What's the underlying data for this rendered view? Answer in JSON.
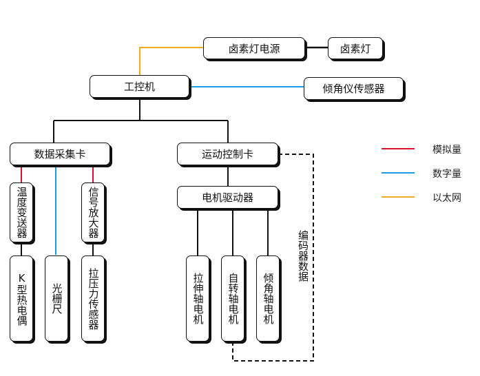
{
  "nodes": {
    "halogen_power": "卤素灯电源",
    "halogen_lamp": "卤素灯",
    "ipc": "工控机",
    "tilt_sensor": "倾角仪传感器",
    "daq_card": "数据采集卡",
    "motion_card": "运动控制卡",
    "temp_transmitter": "温度变送器",
    "signal_amp": "信号放大器",
    "motor_driver": "电机驱动器",
    "thermocouple": "K型热电偶",
    "grating_ruler": "光栅尺",
    "force_sensor": "拉压力传感器",
    "stretch_motor": "拉伸轴电机",
    "rotation_motor": "自转轴电机",
    "tilt_motor": "倾角轴电机",
    "encoder_data": "编码器数据"
  },
  "legend": [
    {
      "label": "模拟量",
      "color": "#e0102a"
    },
    {
      "label": "数字量",
      "color": "#1a9ae0"
    },
    {
      "label": "以太网",
      "color": "#f3a91f"
    }
  ],
  "colors": {
    "analog": "#e0102a",
    "digital": "#1a9ae0",
    "ethernet": "#f3a91f",
    "line": "#111111"
  }
}
